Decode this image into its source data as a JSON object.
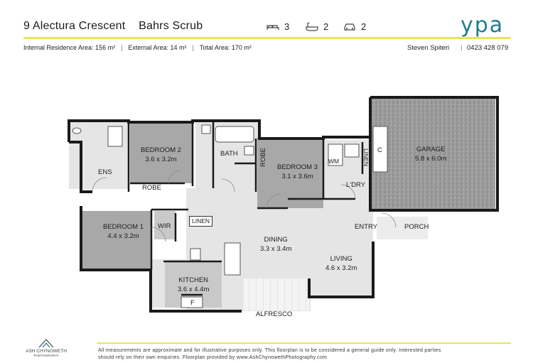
{
  "header": {
    "street": "9 Alectura Crescent",
    "suburb": "Bahrs Scrub",
    "beds": "3",
    "baths": "2",
    "cars": "2",
    "logo": "ypa"
  },
  "areas": {
    "internal": "Internal Residence Area: 156 m²",
    "external": "External Area: 14 m²",
    "total": "Total Area: 170 m²"
  },
  "agent": {
    "name": "Steven Spiteri",
    "phone": "0423 428 079"
  },
  "rooms": {
    "ens": "ENS",
    "bed2": "BEDROOM 2",
    "bed2_size": "3.6 x 3.2m",
    "bath": "BATH",
    "robe1": "ROBE",
    "robe2": "ROBE",
    "bed3": "BEDROOM 3",
    "bed3_size": "3.1 x 3.6m",
    "wm": "WM",
    "linen1": "LINEN",
    "c": "C",
    "ldry": "L'DRY",
    "garage": "GARAGE",
    "garage_size": "5.8 x 6.0m",
    "bed1": "BEDROOM 1",
    "bed1_size": "4.4 x 3.2m",
    "wir": "WIR",
    "linen2": "LINEN",
    "dining": "DINING",
    "dining_size": "3.3 x 3.4m",
    "entry": "ENTRY",
    "porch": "PORCH",
    "living": "LIVING",
    "living_size": "4.6 x 3.2m",
    "kitchen": "KITCHEN",
    "kitchen_size": "3.6 x 4.4m",
    "f": "F",
    "alfresco": "ALFRESCO"
  },
  "footer": {
    "disclaimer_1": "All measurements are approximate and for illustrative purposes only. This floorplan is to be considered a general guide only. Interested parties",
    "disclaimer_2": "should rely on their own enquiries. Floorplan provided by www.AshChynowethPhotography.com",
    "brand": "ASH CHYNOWETH",
    "brand_sub": "PHOTOGRAPHY"
  },
  "colors": {
    "accent_yellow": "#e9e55a",
    "logo_teal": "#1f7d8e",
    "room_dark": "#a6a6a6",
    "room_light": "#e6e6e6",
    "wall": "#1a1a1a"
  }
}
